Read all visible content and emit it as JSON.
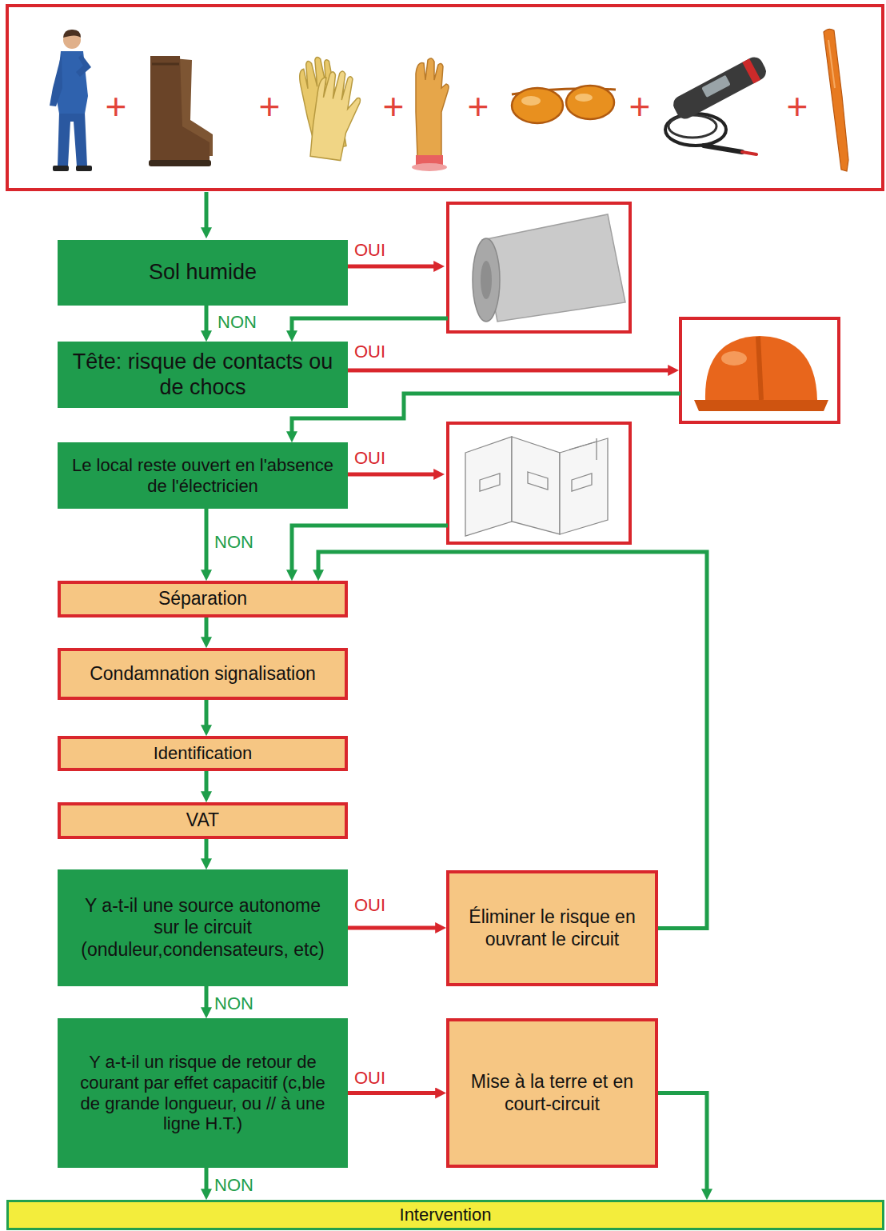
{
  "diagram": {
    "nodes": [
      {
        "text": [
          "Sol humide"
        ]
      },
      {
        "text": [
          "Tête: risque de contacts ou de chocs"
        ]
      },
      {
        "text": [
          "Le local reste ouvert en l'absence de l'électricien"
        ]
      },
      {
        "text": [
          "Séparation"
        ]
      },
      {
        "text": [
          "Condamnation signalisation"
        ]
      },
      {
        "text": [
          "Identification"
        ]
      },
      {
        "text": [
          "VAT"
        ]
      },
      {
        "text": [
          "Y a-t-il une source autonome sur le circuit (onduleur,condensateurs, etc)"
        ]
      },
      {
        "text": [
          "Éliminer le risque en ouvrant le circuit"
        ]
      },
      {
        "text": [
          "Y a-t-il un risque de retour de courant par effet capacitif (c,ble de grande longueur, ou // à une ligne H.T.)"
        ]
      },
      {
        "text": [
          "Mise à la terre et en court-circuit"
        ]
      },
      {
        "text": [
          "Intervention"
        ]
      }
    ],
    "edges": [
      {
        "from": 0,
        "to": 1,
        "label": "NON",
        "arrow": "to"
      },
      {
        "from": 2,
        "to": 3,
        "label": "NON",
        "arrow": "to"
      },
      {
        "from": 3,
        "to": 4,
        "arrow": "to"
      },
      {
        "from": 4,
        "to": 5,
        "arrow": "to"
      },
      {
        "from": 5,
        "to": 6,
        "arrow": "to"
      },
      {
        "from": 6,
        "to": 7,
        "arrow": "to"
      },
      {
        "from": 7,
        "to": 8,
        "label": "OUI",
        "arrow": "to"
      },
      {
        "from": 8,
        "to": 3,
        "arrow": "to"
      },
      {
        "from": 7,
        "to": 9,
        "label": "NON",
        "arrow": "to"
      },
      {
        "from": 9,
        "to": 10,
        "label": "OUI",
        "arrow": "to"
      },
      {
        "from": 10,
        "to": 11,
        "arrow": "to"
      },
      {
        "from": 9,
        "to": 11,
        "label": "NON",
        "arrow": "to"
      }
    ],
    "labels": [
      "+",
      "+",
      "+",
      "+",
      "+",
      "+",
      "OUI",
      "OUI",
      "OUI"
    ]
  }
}
